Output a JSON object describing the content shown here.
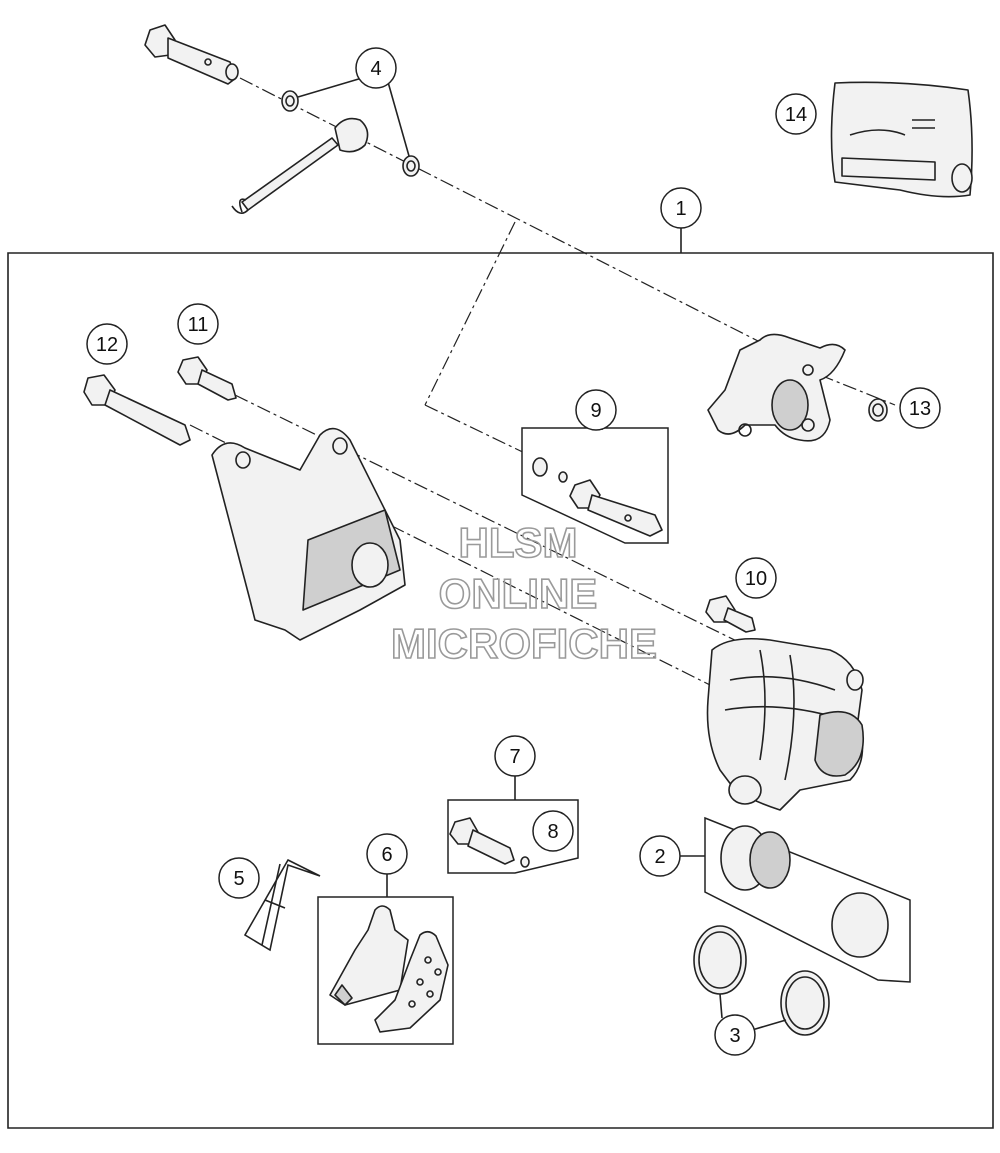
{
  "callouts": [
    {
      "id": "c1",
      "label": "1"
    },
    {
      "id": "c2",
      "label": "2"
    },
    {
      "id": "c3",
      "label": "3"
    },
    {
      "id": "c4",
      "label": "4"
    },
    {
      "id": "c5",
      "label": "5"
    },
    {
      "id": "c6",
      "label": "6"
    },
    {
      "id": "c7",
      "label": "7"
    },
    {
      "id": "c8",
      "label": "8"
    },
    {
      "id": "c9",
      "label": "9"
    },
    {
      "id": "c10",
      "label": "10"
    },
    {
      "id": "c11",
      "label": "11"
    },
    {
      "id": "c12",
      "label": "12"
    },
    {
      "id": "c13",
      "label": "13"
    },
    {
      "id": "c14",
      "label": "14"
    }
  ],
  "watermark": {
    "line1": "HLSM",
    "line2": "ONLINE",
    "line3": "MICROFICHE"
  },
  "colors": {
    "ink": "#222222",
    "watermark": "#9a9a9a",
    "background": "#ffffff"
  }
}
